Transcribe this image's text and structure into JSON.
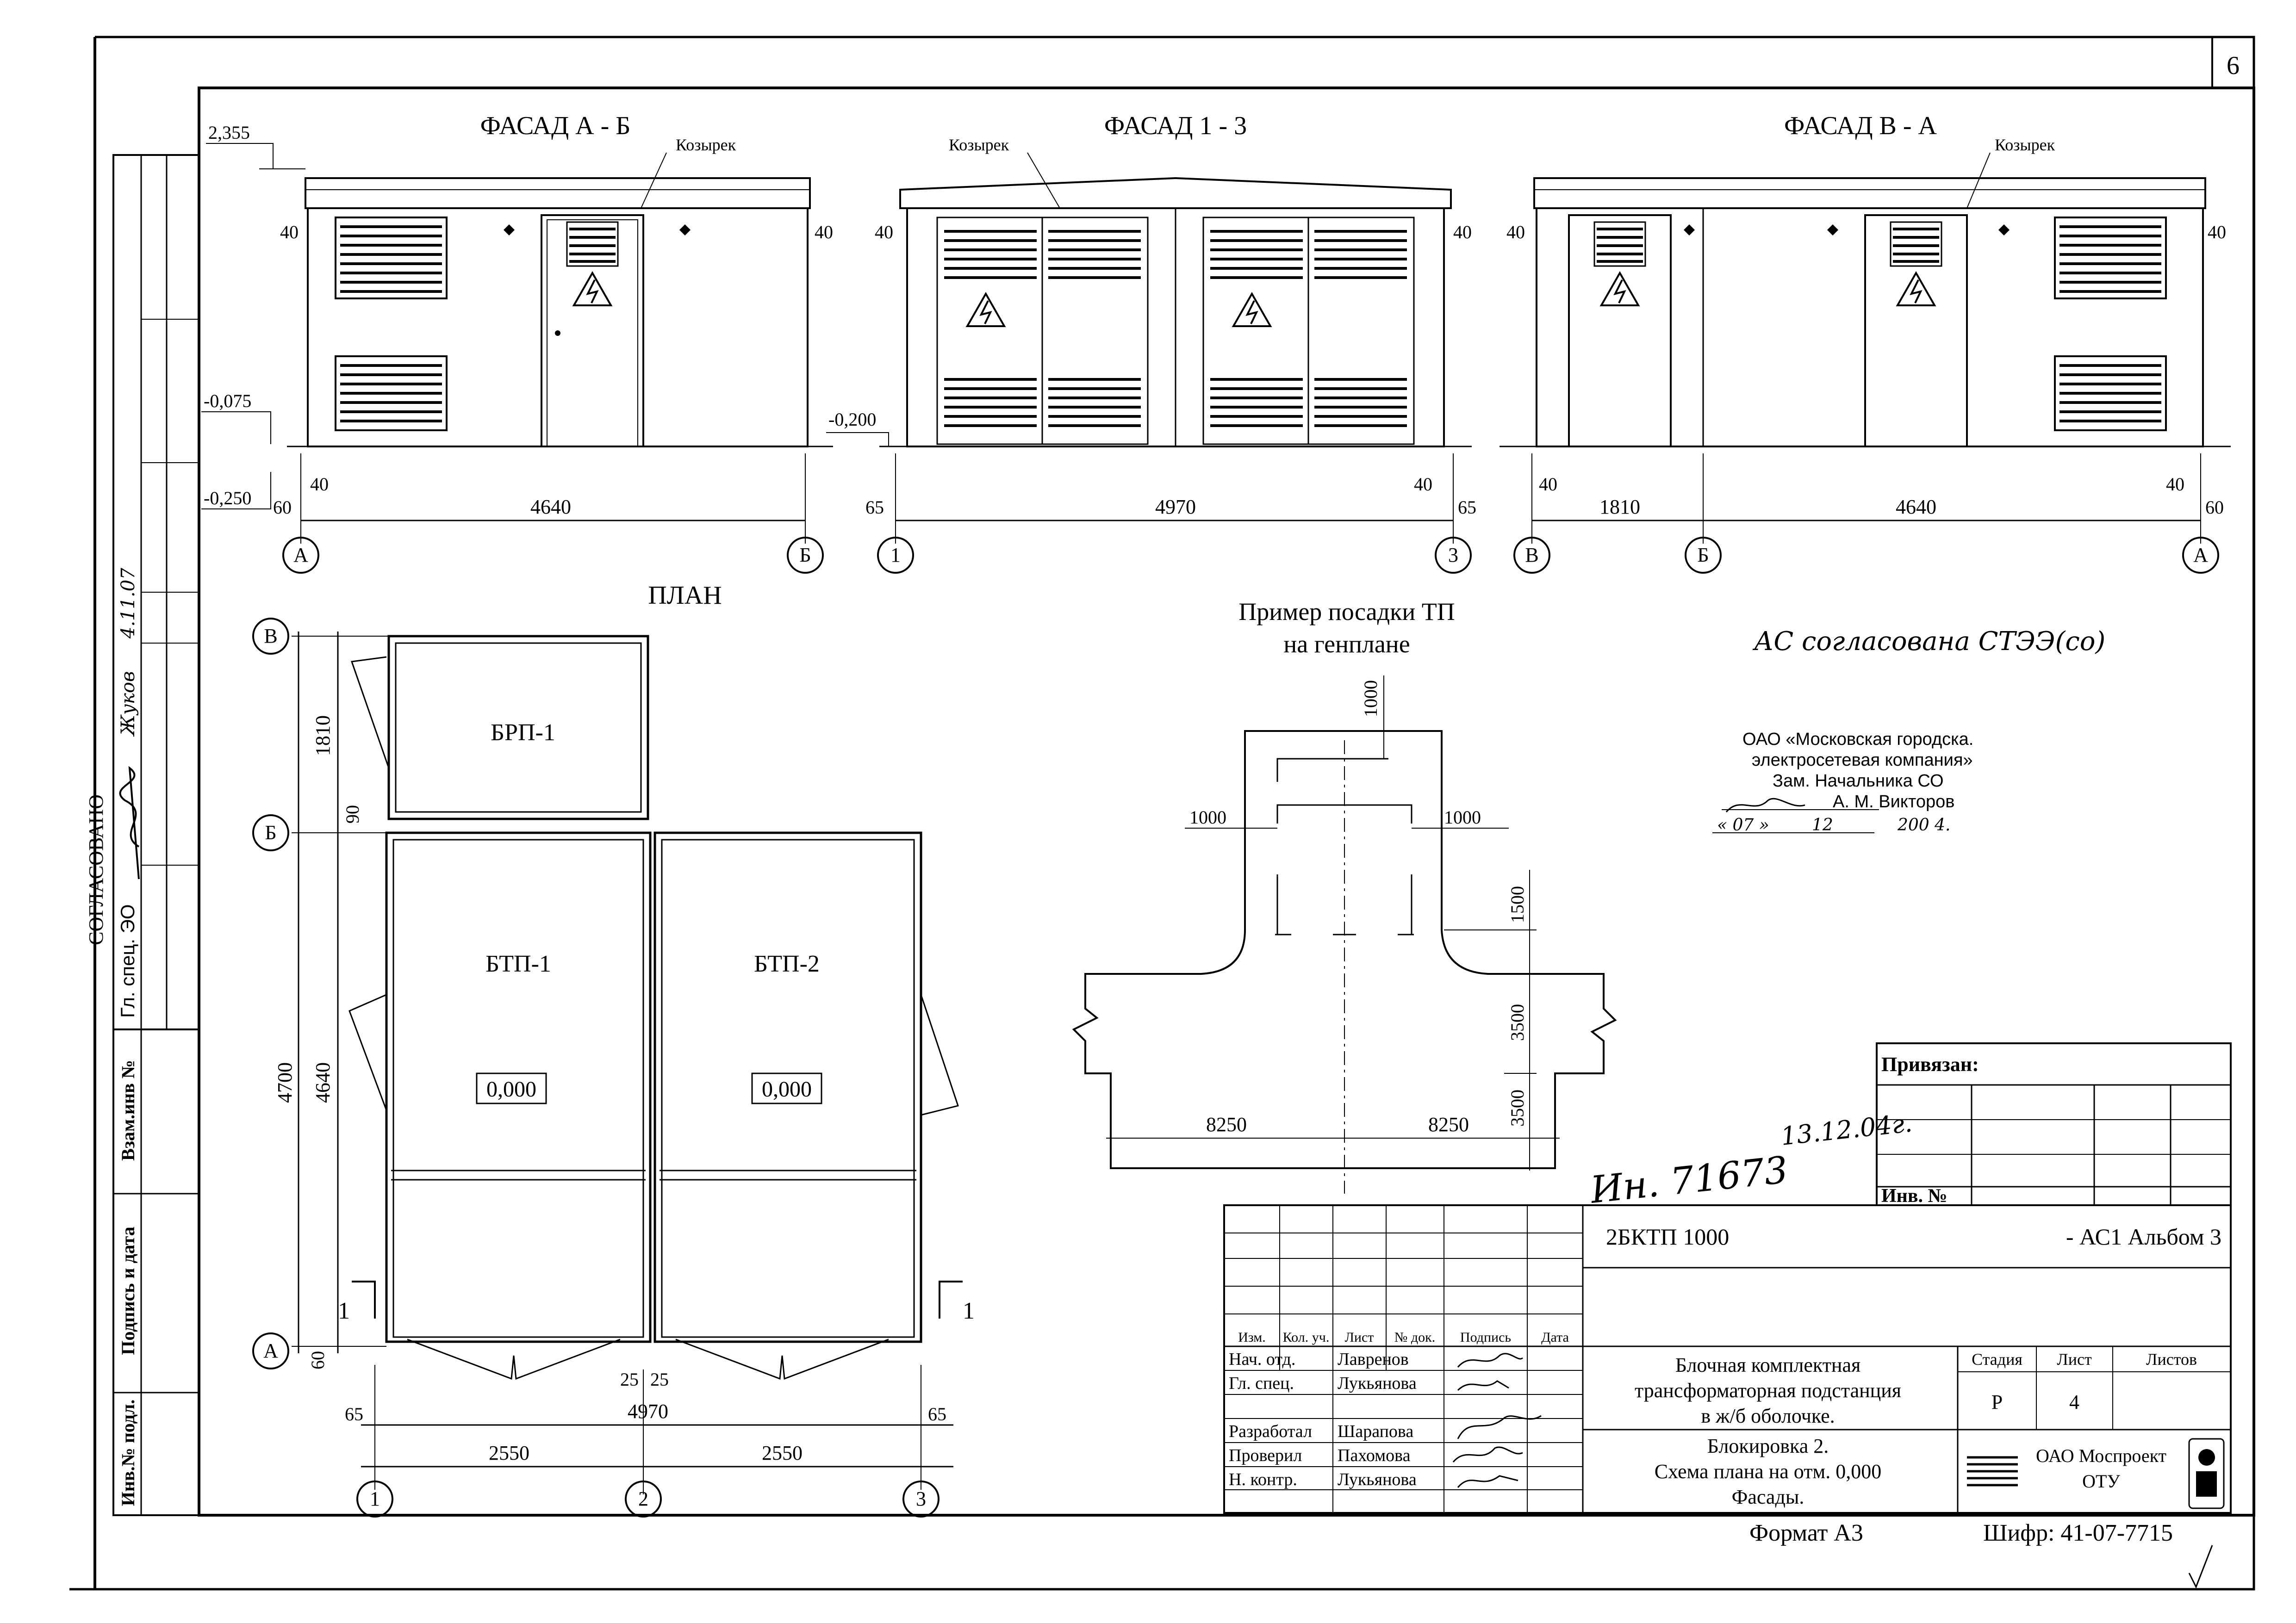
{
  "sheet_number": "6",
  "facades": {
    "ab": {
      "title": "ФАСАД  А - Б",
      "canopy": "Козырек",
      "levels": [
        "2,355",
        "-0,075",
        "-0,250"
      ],
      "dims": [
        "40",
        "40",
        "40",
        "60",
        "4640"
      ],
      "axes": [
        "А",
        "Б"
      ]
    },
    "13": {
      "title": "ФАСАД  1 - 3",
      "canopy": "Козырек",
      "levels": [
        "-0,200"
      ],
      "dims": [
        "40",
        "40",
        "40",
        "65",
        "4970",
        "65"
      ],
      "axes": [
        "1",
        "3"
      ]
    },
    "va": {
      "title": "ФАСАД  В - А",
      "canopy": "Козырек",
      "dims": [
        "40",
        "40",
        "40",
        "40",
        "1810",
        "4640",
        "60"
      ],
      "axes": [
        "В",
        "Б",
        "А"
      ]
    }
  },
  "plan": {
    "title": "ПЛАН",
    "rooms": [
      "БРП-1",
      "БТП-1",
      "БТП-2"
    ],
    "levels": [
      "0,000",
      "0,000"
    ],
    "dims_left": [
      "1810",
      "90",
      "4700",
      "4640",
      "60"
    ],
    "dims_bottom": [
      "65",
      "4970",
      "65",
      "2550",
      "2550",
      "25",
      "25"
    ],
    "axes_left": [
      "В",
      "Б",
      "А"
    ],
    "axes_bottom": [
      "1",
      "2",
      "3"
    ],
    "section_marks": [
      "1",
      "1"
    ]
  },
  "siting": {
    "title_line1": "Пример посадки ТП",
    "title_line2": "на генплане",
    "dims": [
      "1000",
      "1000",
      "1000",
      "1500",
      "3500",
      "3500",
      "8250",
      "8250"
    ]
  },
  "approval_note": "АС согласована СТЭЭ(со)",
  "stamp": {
    "line1": "ОАО «Московская городска.",
    "line2": "электросетевая компания»",
    "line3": "Зам. Начальника СО",
    "name": "А. М. Викторов",
    "date_day": "« 07 »",
    "date_month": "12",
    "date_year": "200 4."
  },
  "left_strip": {
    "approved": "СОГЛАСОВАНО",
    "role": "Гл. спец. ЭО",
    "name": "Жуков",
    "date": "4.11.07",
    "replace_inv": "Взам.инв №",
    "sign_date": "Подпись и дата",
    "inv_orig": "Инв.№ подл."
  },
  "handwritten": {
    "inv_number": "Ин. 71673",
    "date": "13.12.04г."
  },
  "title_block": {
    "bound": "Привязан:",
    "inv": "Инв. №",
    "code": "2БКТП   1000",
    "code_suffix": "- АС1  Альбом 3",
    "header": [
      "Изм.",
      "Кол. уч.",
      "Лист",
      "№ док.",
      "Подпись",
      "Дата"
    ],
    "people": [
      {
        "role": "Нач. отд.",
        "name": "Лавренов"
      },
      {
        "role": "Гл. спец.",
        "name": "Лукьянова"
      },
      {
        "role": "Разработал",
        "name": "Шарапова"
      },
      {
        "role": "Проверил",
        "name": "Пахомова"
      },
      {
        "role": "Н. контр.",
        "name": "Лукьянова"
      }
    ],
    "object_line1": "Блочная комплектная",
    "object_line2": "трансформаторная подстанция",
    "object_line3": "в ж/б оболочке.",
    "sheet_line1": "Блокировка 2.",
    "sheet_line2": "Схема плана на отм. 0,000",
    "sheet_line3": "Фасады.",
    "stage_label": "Стадия",
    "sheet_label": "Лист",
    "sheets_label": "Листов",
    "stage": "Р",
    "sheet": "4",
    "org_line1": "ОАО Моспроект",
    "org_line2": "ОТУ",
    "format": "Формат А3",
    "cipher": "Шифр: 41-07-7715"
  }
}
